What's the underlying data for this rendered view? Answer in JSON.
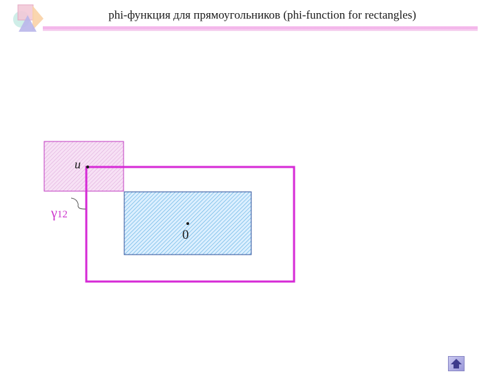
{
  "header": {
    "title": "phi-функция для прямоугольников (phi-function for rectangles)",
    "logo_icon": "geometric-shapes-logo-icon"
  },
  "diagram": {
    "label_u": "u",
    "label_gamma": "γ",
    "label_gamma_sub": "12",
    "label_zero": "0",
    "colors": {
      "magenta": "#d62ad6",
      "rect_blue_fill": "#dcefff",
      "rect_blue_hatch": "#5aaee0",
      "rect_blue_border": "#2b4f9a",
      "rect_pink_fill": "#f7e1f5",
      "rect_pink_hatch": "#dca6d9",
      "rect_pink_border": "#c23bc2"
    }
  },
  "nav": {
    "home_icon": "home-arrow-icon"
  }
}
